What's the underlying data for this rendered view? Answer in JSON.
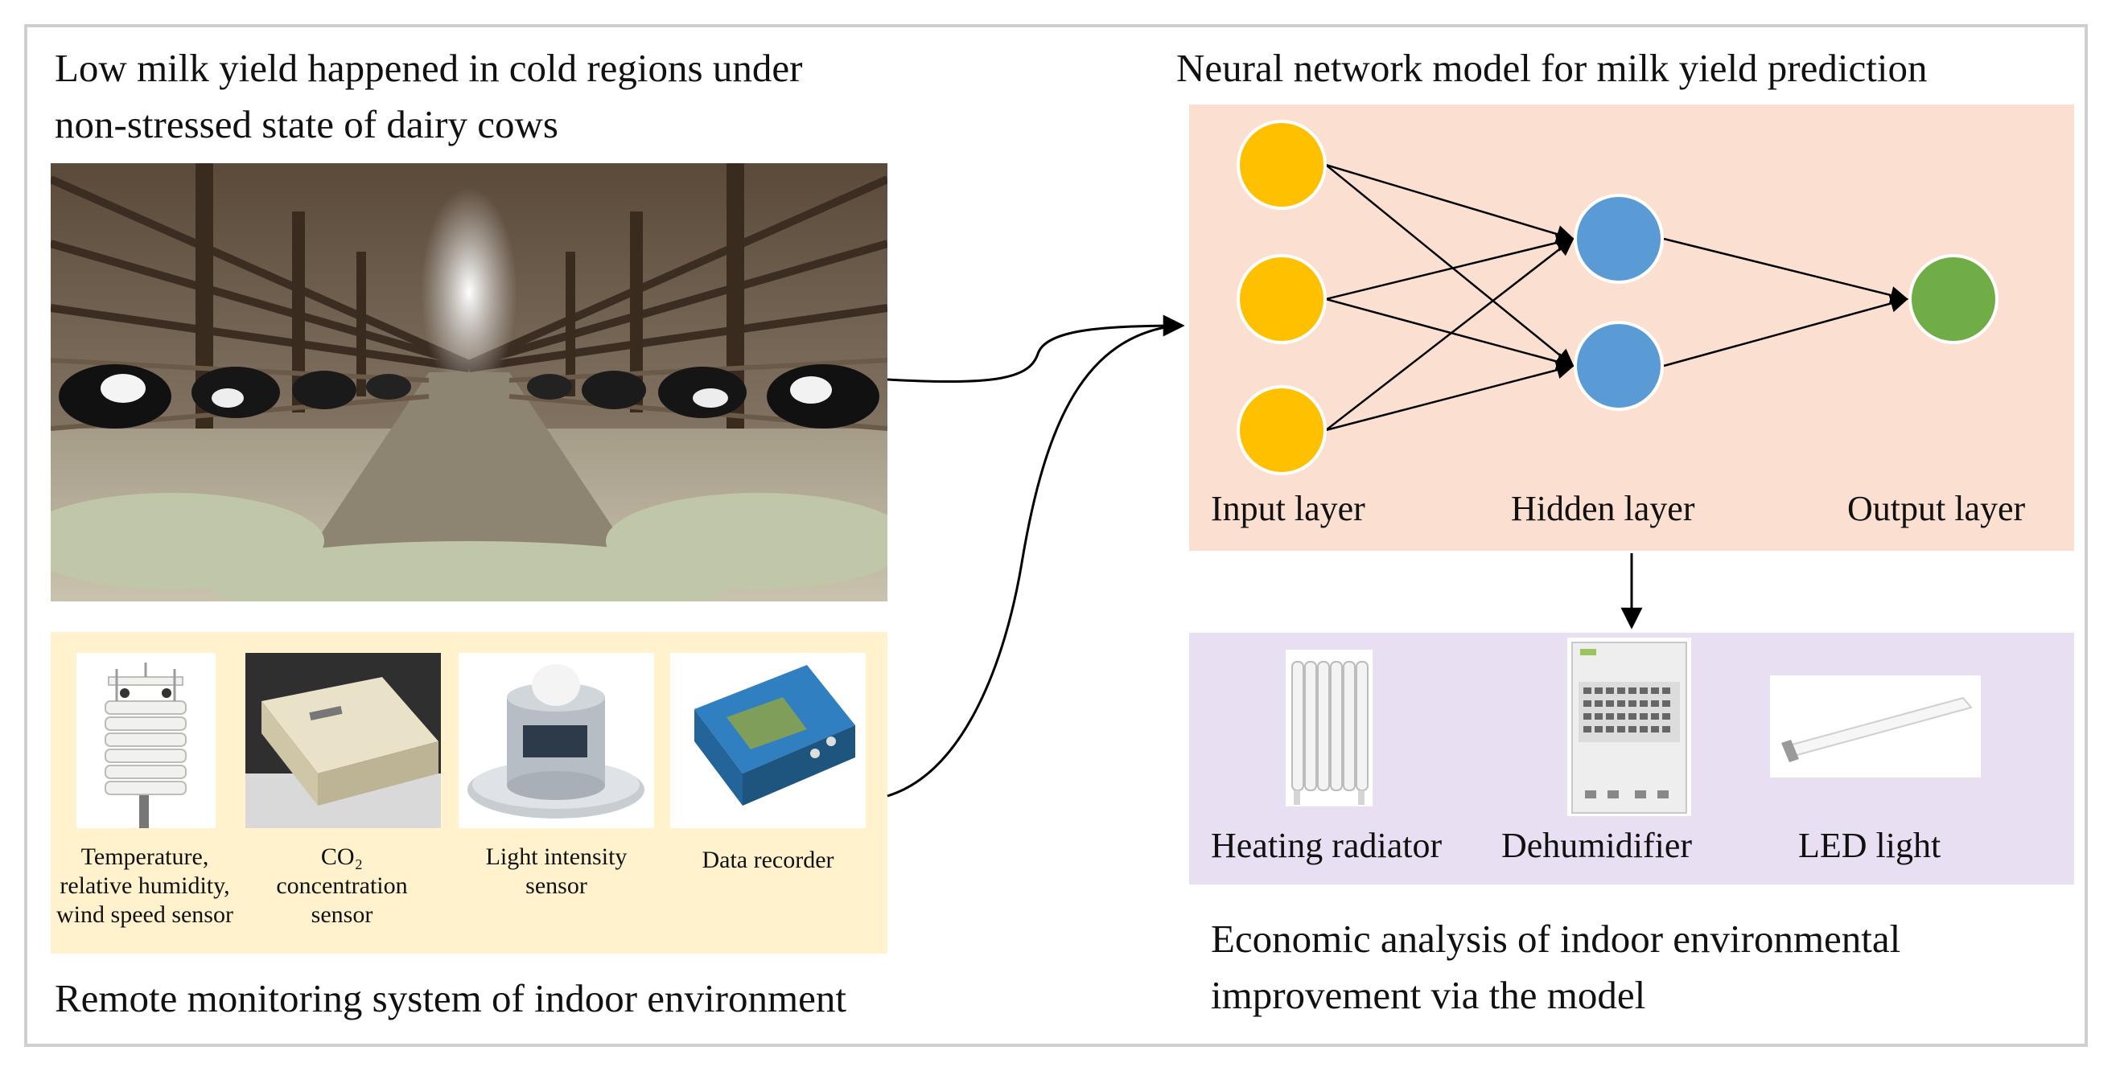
{
  "left": {
    "title_line1": "Low milk yield happened in cold regions under",
    "title_line2": "non-stressed state of dairy cows",
    "barn_photo_icon": "dairy-barn-photo",
    "monitoring_title": "Remote monitoring system of indoor environment",
    "sensors": [
      {
        "icon": "weather-sensor-icon",
        "label_lines": [
          "Temperature,",
          "relative humidity,",
          "wind speed sensor"
        ]
      },
      {
        "icon": "co2-sensor-icon",
        "label_lines": [
          "CO₂",
          "concentration",
          "sensor"
        ]
      },
      {
        "icon": "light-sensor-icon",
        "label_lines": [
          "Light intensity",
          "sensor"
        ]
      },
      {
        "icon": "data-recorder-icon",
        "label_lines": [
          "Data recorder"
        ]
      }
    ]
  },
  "right": {
    "nn_title": "Neural network model for milk yield prediction",
    "layers": {
      "input": "Input layer",
      "hidden": "Hidden layer",
      "output": "Output layer"
    },
    "devices": [
      {
        "icon": "heating-radiator-icon",
        "label": "Heating radiator"
      },
      {
        "icon": "dehumidifier-icon",
        "label": "Dehumidifier"
      },
      {
        "icon": "led-light-icon",
        "label": "LED light"
      }
    ],
    "economic_line1": "Economic analysis of indoor environmental",
    "economic_line2": "improvement via the model"
  },
  "colors": {
    "input_node": "#FFC000",
    "hidden_node": "#5B9BD5",
    "output_node": "#70AD47",
    "nn_panel": "#FBE0D1",
    "sensor_panel": "#FFF2CC",
    "device_panel": "#E8E0F2",
    "frame": "#CFCFCF"
  }
}
